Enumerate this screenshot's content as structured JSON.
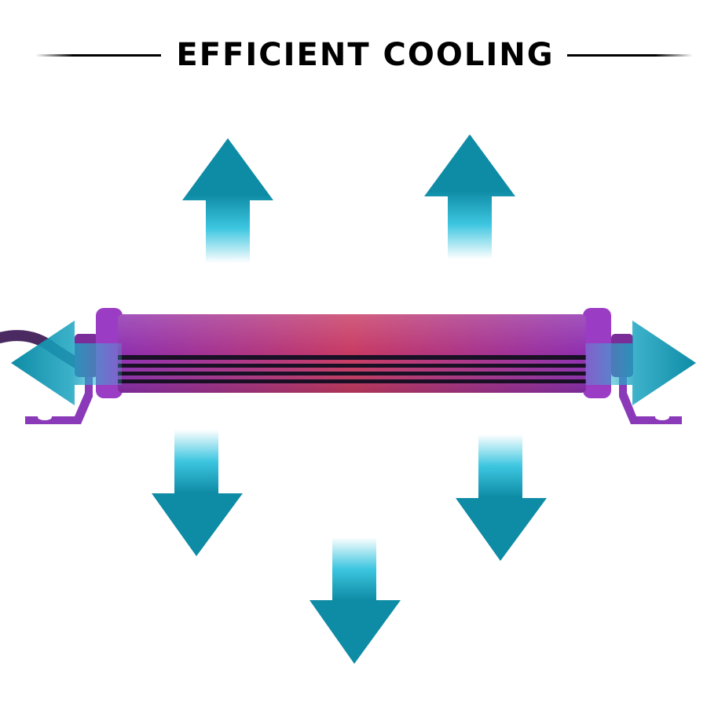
{
  "title": "EFFICIENT COOLING",
  "colors": {
    "arrow": "#0e8ba5",
    "arrow_light": "#3dc6e0",
    "tube_outer": "#8e2fb0",
    "tube_center": "#c83a62",
    "fins": "#1a1026",
    "bracket": "#8a39b8",
    "title": "#000000"
  },
  "arrows": [
    {
      "icon": "arrow-up-icon",
      "position": "upper-left"
    },
    {
      "icon": "arrow-up-icon",
      "position": "upper-right"
    },
    {
      "icon": "arrow-left-icon",
      "position": "left"
    },
    {
      "icon": "arrow-right-icon",
      "position": "right"
    },
    {
      "icon": "arrow-down-icon",
      "position": "lower-left"
    },
    {
      "icon": "arrow-down-icon",
      "position": "lower-right"
    },
    {
      "icon": "arrow-down-icon",
      "position": "bottom-center"
    }
  ]
}
